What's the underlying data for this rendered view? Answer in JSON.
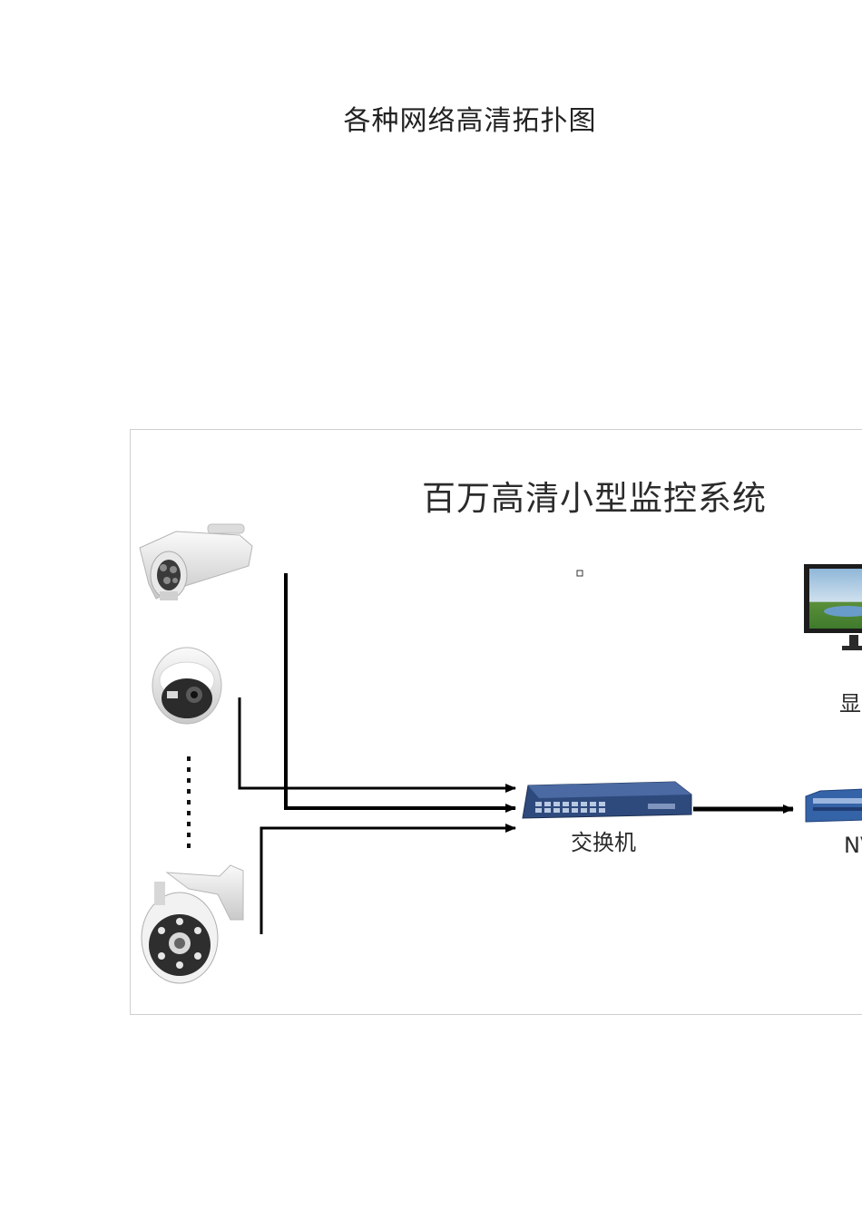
{
  "page": {
    "title": "各种网络高清拓扑图"
  },
  "diagram": {
    "title": "百万高清小型监控系统",
    "nodes": {
      "switch_label": "交换机",
      "monitor_label": "显",
      "nvr_label": "NV"
    },
    "icons": {
      "bullet_camera": "bullet-camera-icon",
      "dome_camera": "dome-camera-icon",
      "ptz_camera": "ptz-camera-icon",
      "switch": "network-switch-icon",
      "monitor": "monitor-icon",
      "nvr": "nvr-icon"
    },
    "colors": {
      "connector": "#000000",
      "switch_body": "#2e4a7d",
      "nvr_body": "#3563a8"
    }
  }
}
